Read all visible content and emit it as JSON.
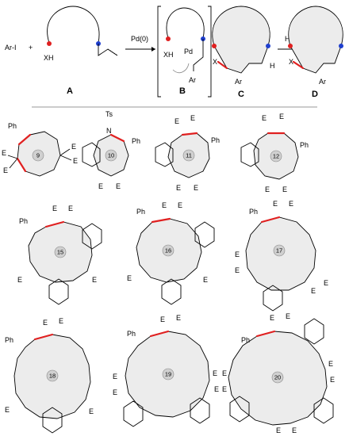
{
  "scheme": {
    "reagent_left": "Ar-I",
    "plus": "+",
    "arrow1_label": "Pd(0)",
    "arrow3_label": "H2",
    "labels": {
      "A": "A",
      "B": "B",
      "C": "C",
      "D": "D"
    },
    "atoms": {
      "XH": "XH",
      "X": "X",
      "Pd": "Pd",
      "Ar": "Ar",
      "H": "H"
    }
  },
  "compounds": [
    {
      "id": "9",
      "substituents": [
        "Ph",
        "E",
        "E",
        "E",
        "E"
      ]
    },
    {
      "id": "10",
      "substituents": [
        "Ts",
        "N",
        "Ph",
        "E",
        "E"
      ]
    },
    {
      "id": "11",
      "substituents": [
        "E",
        "E",
        "Ph",
        "E",
        "E"
      ]
    },
    {
      "id": "12",
      "substituents": [
        "E",
        "E",
        "Ph",
        "E",
        "E"
      ]
    },
    {
      "id": "15",
      "substituents": [
        "Ph",
        "E",
        "E",
        "E",
        "E"
      ]
    },
    {
      "id": "16",
      "substituents": [
        "Ph",
        "E",
        "E",
        "E",
        "E"
      ]
    },
    {
      "id": "17",
      "substituents": [
        "Ph",
        "E",
        "E",
        "E",
        "E",
        "E",
        "E"
      ]
    },
    {
      "id": "18",
      "substituents": [
        "Ph",
        "E",
        "E",
        "E",
        "E"
      ]
    },
    {
      "id": "19",
      "substituents": [
        "Ph",
        "E",
        "E",
        "E",
        "E",
        "E",
        "E"
      ]
    },
    {
      "id": "20",
      "substituents": [
        "Ph",
        "E",
        "E",
        "E",
        "E",
        "E",
        "E",
        "E",
        "E"
      ]
    }
  ],
  "colors": {
    "ring_fill": "#ececec",
    "new_bond": "#e02020",
    "red_dot": "#e02020",
    "blue_dot": "#1f3fcf"
  }
}
